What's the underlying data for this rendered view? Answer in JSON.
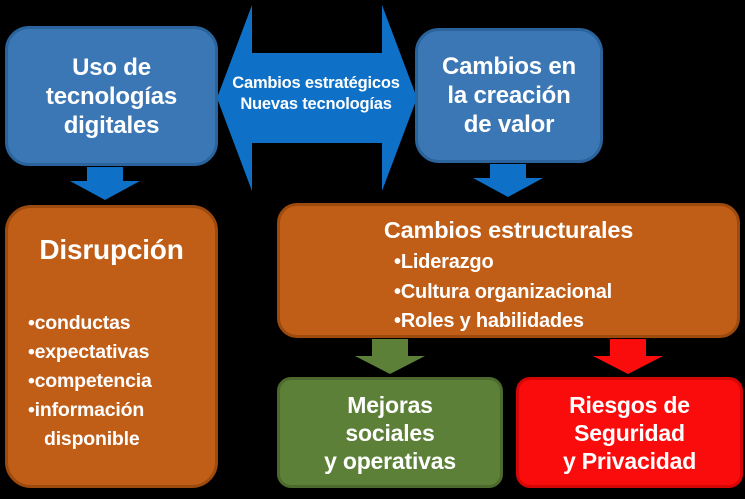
{
  "colors": {
    "background": "#000000",
    "text": "#ffffff",
    "box_blue": "#3c77b5",
    "box_blue_border": "#2b639d",
    "arrow_blue": "#0e70c6",
    "box_orange": "#c05d16",
    "box_orange_border": "#9d4a0e",
    "box_green": "#5d8038",
    "box_green_border": "#4c6a2d",
    "arrow_green": "#5d8038",
    "box_red": "#fb0c0c",
    "box_red_border": "#d40606",
    "arrow_red": "#fb0c0c"
  },
  "digital_tech_box": {
    "lines": [
      "Uso de",
      "tecnologías",
      "digitales"
    ]
  },
  "value_creation_box": {
    "lines": [
      "Cambios en",
      "la creación",
      "de valor"
    ]
  },
  "exchange_arrow": {
    "lines": [
      "Cambios estratégicos",
      "Nuevas tecnologías"
    ]
  },
  "disruption_box": {
    "title": "Disrupción",
    "bullets": [
      "conductas",
      "expectativas",
      "competencia",
      "información disponible"
    ]
  },
  "structural_changes_box": {
    "title": "Cambios estructurales",
    "bullets": [
      "Liderazgo",
      "Cultura organizacional",
      "Roles y habilidades"
    ]
  },
  "social_improvements_box": {
    "lines": [
      "Mejoras",
      "sociales",
      "y operativas"
    ]
  },
  "security_risks_box": {
    "lines": [
      "Riesgos de",
      "Seguridad",
      "y Privacidad"
    ]
  }
}
